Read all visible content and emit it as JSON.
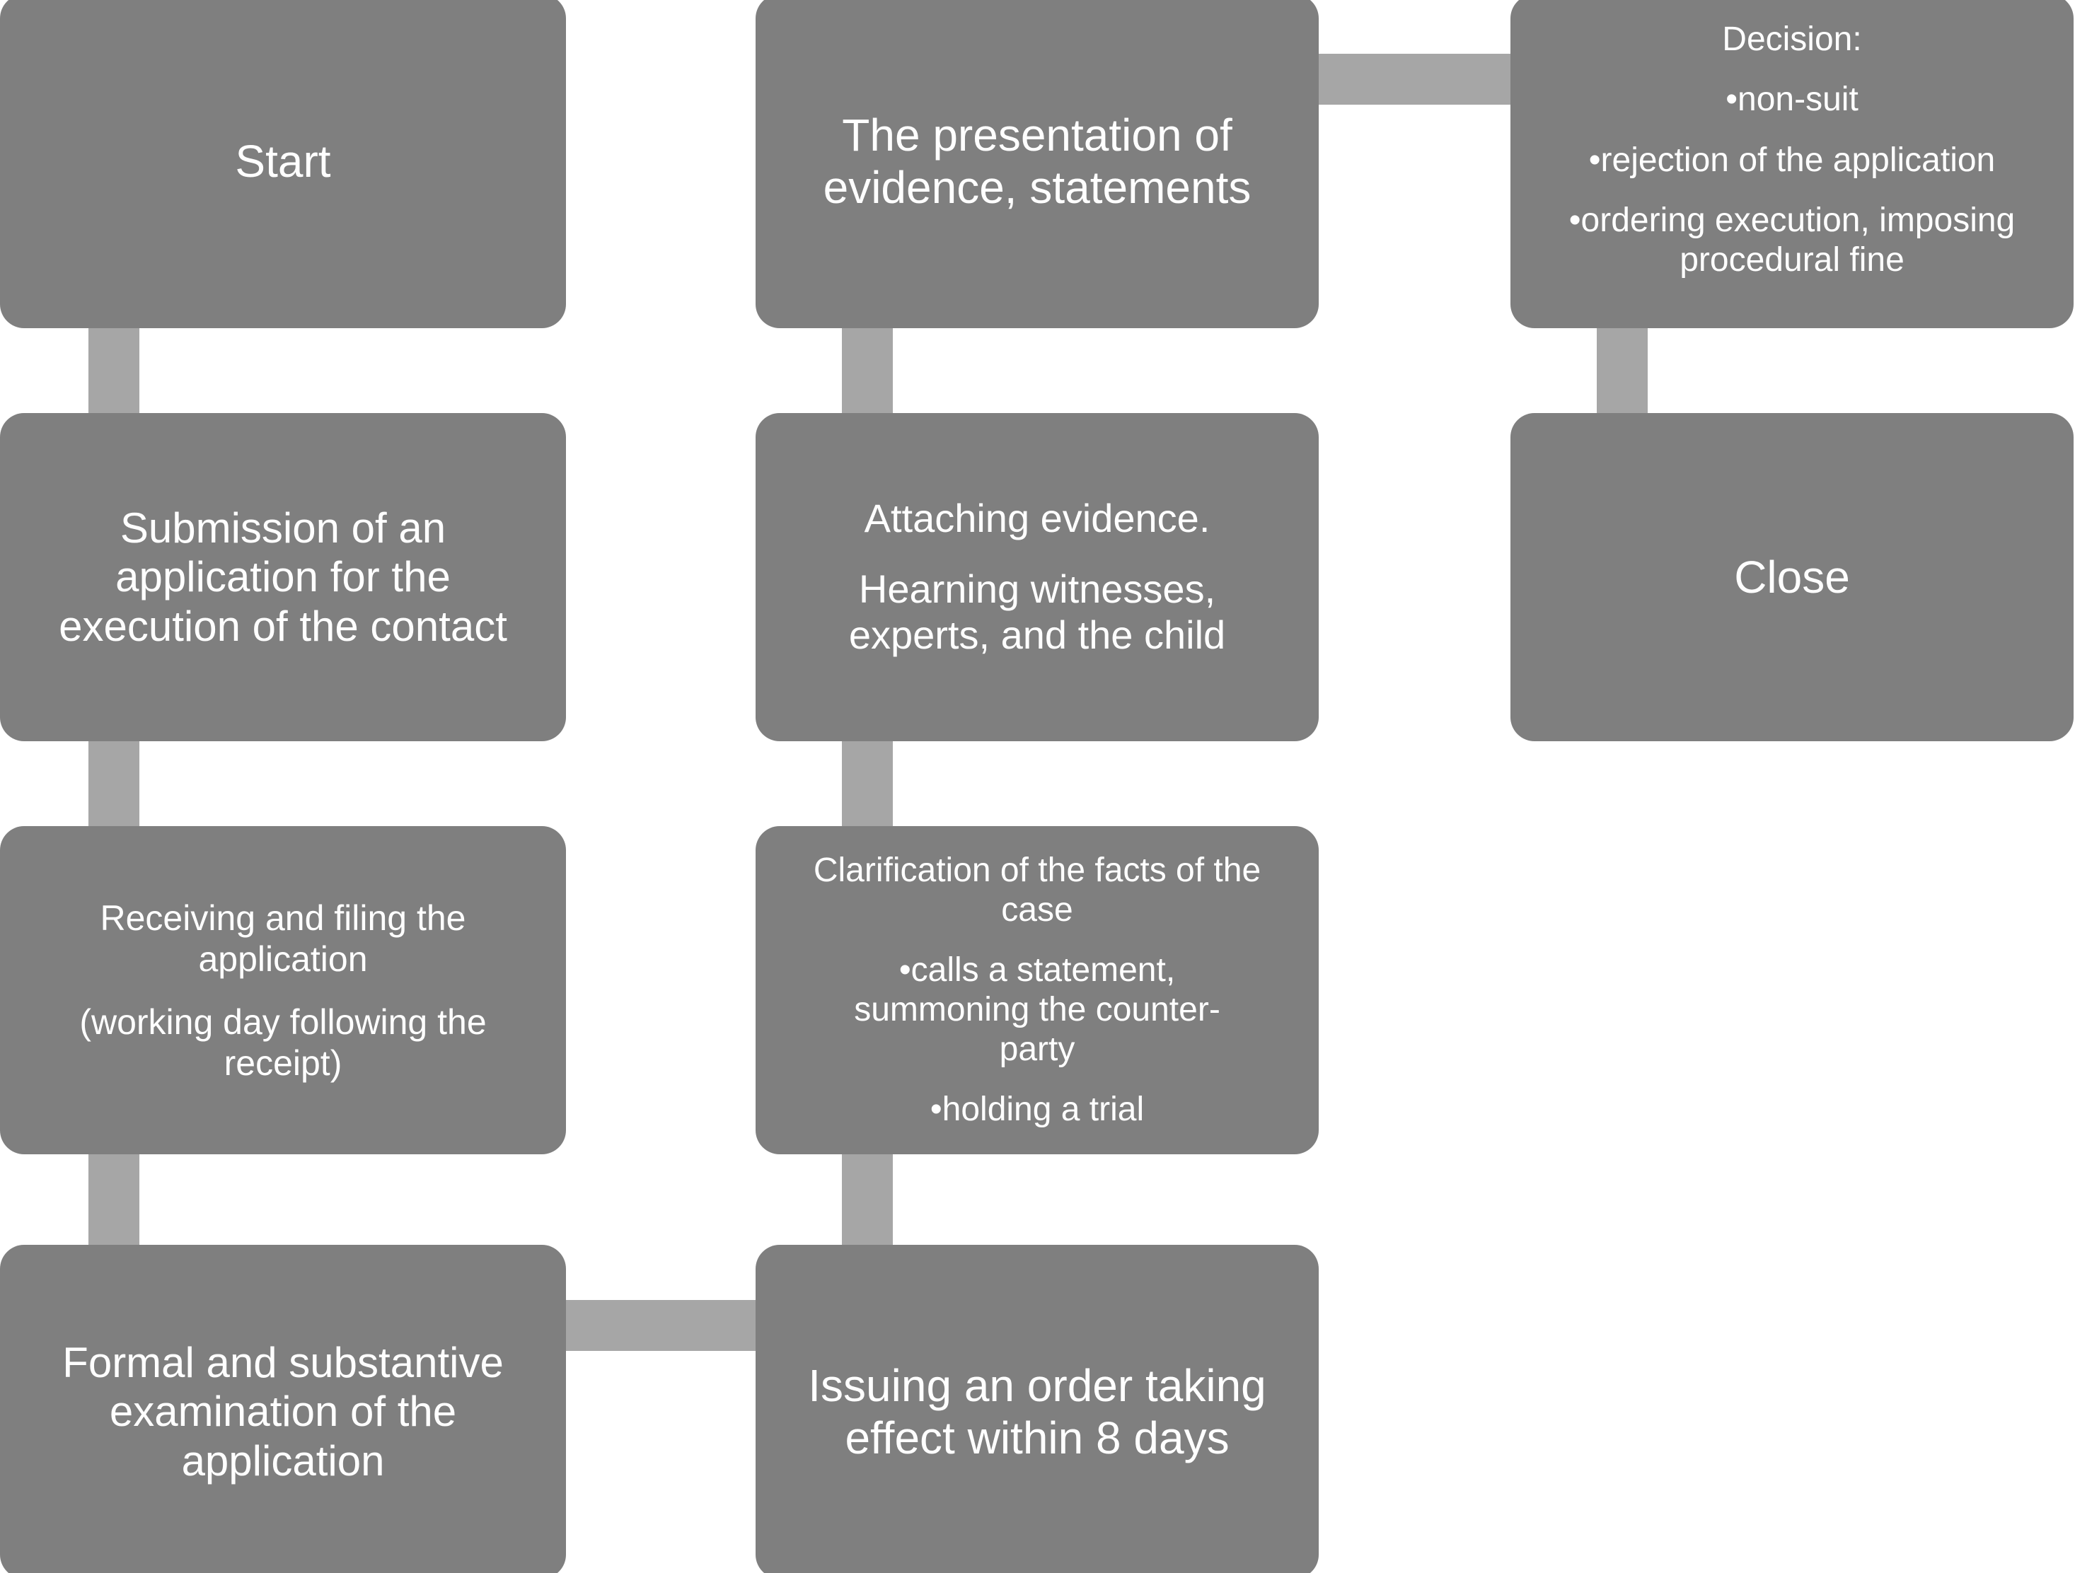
{
  "diagram": {
    "title": "Contact execution court procedure flowchart",
    "colors": {
      "node_fill": "#7f7f7f",
      "connector_fill": "#a6a6a6",
      "node_text": "#ffffff",
      "background": "#ffffff"
    },
    "nodes": {
      "start": {
        "id": "start",
        "lines": [
          "Start"
        ]
      },
      "submission": {
        "id": "submission",
        "lines": [
          "Submission of an",
          "application for the",
          "execution of the contact"
        ]
      },
      "receiving": {
        "id": "receiving",
        "paragraphs": [
          [
            "Receiving and filing the",
            "application"
          ],
          [
            "(working day following the",
            "receipt)"
          ]
        ]
      },
      "formal_exam": {
        "id": "formal-examination",
        "lines": [
          "Formal and substantive",
          "examination of the",
          "application"
        ]
      },
      "presentation": {
        "id": "presentation-of-evidence",
        "lines": [
          "The presentation of",
          "evidence, statements"
        ]
      },
      "attaching": {
        "id": "attaching-evidence",
        "paragraphs": [
          [
            "Attaching evidence."
          ],
          [
            "Hearning witnesses,",
            "experts, and the child"
          ]
        ]
      },
      "clarification": {
        "id": "clarification-of-facts",
        "paragraphs": [
          [
            "Clarification of the facts of the",
            "case"
          ],
          [
            "•calls a statement,",
            "summoning the counter-",
            "party"
          ],
          [
            "•holding a trial"
          ]
        ]
      },
      "issuing": {
        "id": "issuing-order",
        "lines": [
          "Issuing an order taking",
          "effect within 8 days"
        ]
      },
      "decision": {
        "id": "decision",
        "paragraphs": [
          [
            "Decision:"
          ],
          [
            "•non-suit"
          ],
          [
            "•rejection of the application"
          ],
          [
            "•ordering execution, imposing",
            "procedural fine"
          ]
        ]
      },
      "close": {
        "id": "close",
        "lines": [
          "Close"
        ]
      }
    },
    "connectors": [
      {
        "name": "start-to-submission",
        "orientation": "vertical"
      },
      {
        "name": "submission-to-receiving",
        "orientation": "vertical"
      },
      {
        "name": "receiving-to-formal",
        "orientation": "vertical"
      },
      {
        "name": "formal-to-issuing",
        "orientation": "horizontal"
      },
      {
        "name": "issuing-to-clarification",
        "orientation": "vertical"
      },
      {
        "name": "clarification-to-attaching",
        "orientation": "vertical"
      },
      {
        "name": "attaching-to-presentation",
        "orientation": "vertical"
      },
      {
        "name": "presentation-to-decision",
        "orientation": "horizontal"
      },
      {
        "name": "decision-to-close",
        "orientation": "vertical"
      }
    ]
  }
}
